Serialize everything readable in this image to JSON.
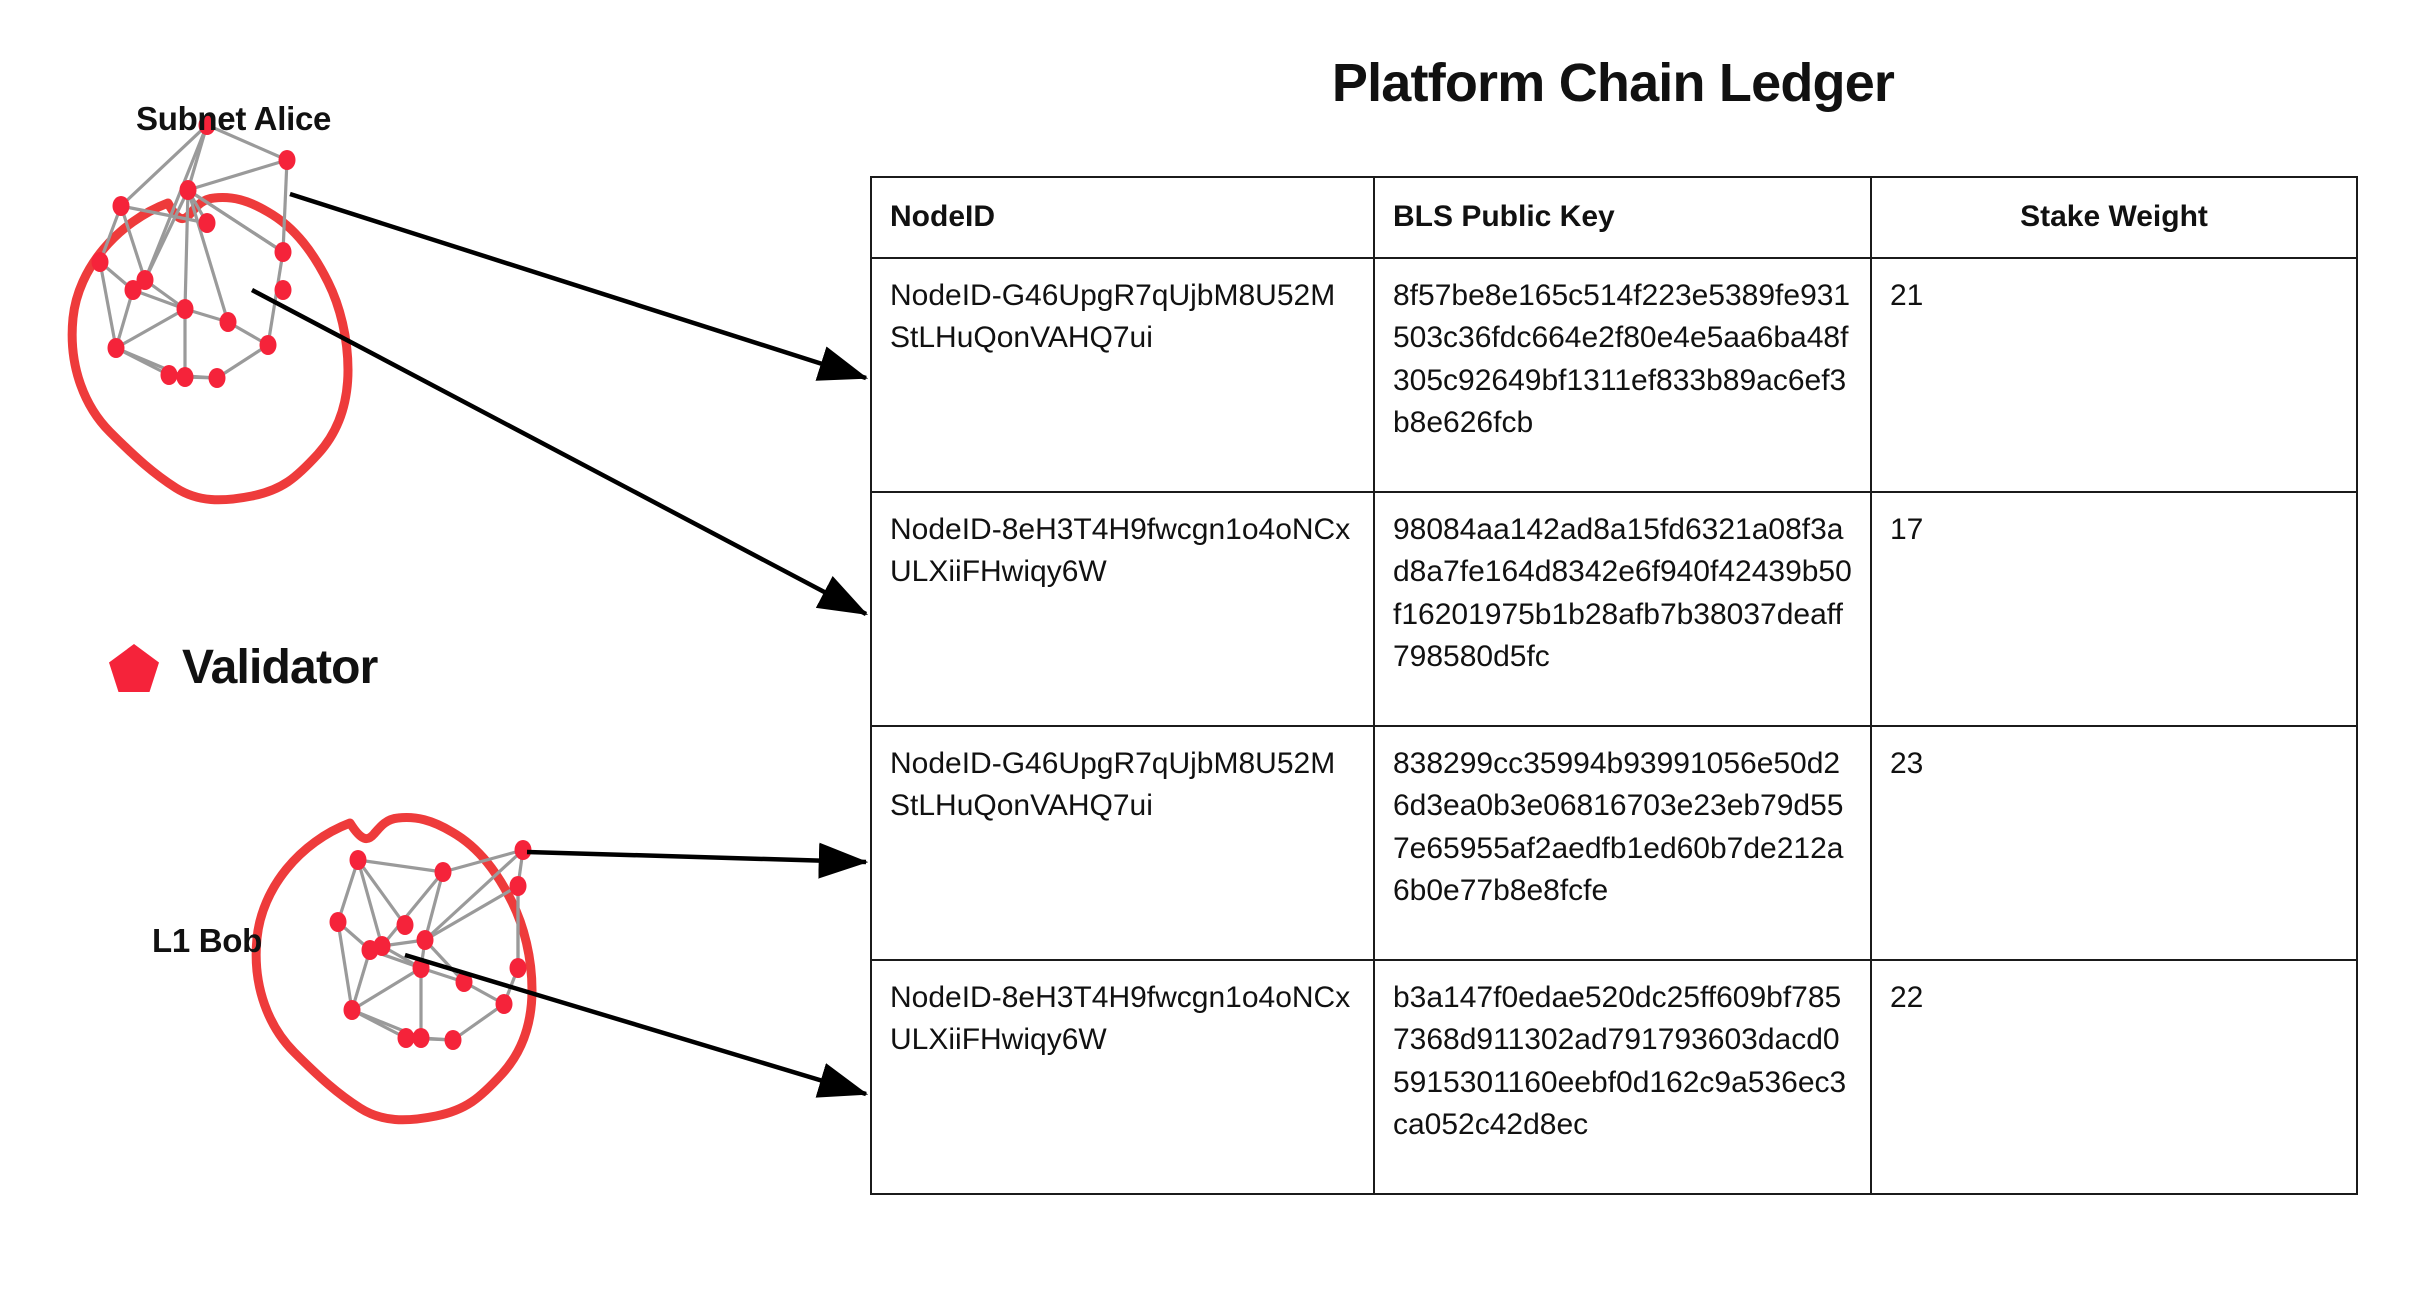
{
  "title": "Platform Chain Ledger",
  "legend": {
    "shape": "pentagon-icon",
    "label": "Validator",
    "color": "#F5233A"
  },
  "network_groups": [
    {
      "name": "subnet-alice",
      "label": "Subnet Alice",
      "outline_color": "#EE3B3B",
      "node_color": "#F5233A",
      "edge_color": "#9A9A9A",
      "node_count": 17
    },
    {
      "name": "l1-bob",
      "label": "L1 Bob",
      "outline_color": "#EE3B3B",
      "node_color": "#F5233A",
      "edge_color": "#9A9A9A",
      "node_count": 17
    }
  ],
  "table": {
    "columns": [
      {
        "key": "nodeid",
        "label": "NodeID",
        "align": "left"
      },
      {
        "key": "bls",
        "label": "BLS Public Key",
        "align": "left"
      },
      {
        "key": "stake",
        "label": "Stake Weight",
        "align": "center"
      }
    ],
    "rows": [
      {
        "nodeid": "NodeID-G46UpgR7qUjbM8U52MStLHuQonVAHQ7ui",
        "bls": "8f57be8e165c514f223e5389fe931503c36fdc664e2f80e4e5aa6ba48f305c92649bf1311ef833b89ac6ef3b8e626fcb",
        "stake": "21"
      },
      {
        "nodeid": "NodeID-8eH3T4H9fwcgn1o4oNCxULXiiFHwiqy6W",
        "bls": "98084aa142ad8a15fd6321a08f3ad8a7fe164d8342e6f940f42439b50f16201975b1b28afb7b38037deaff798580d5fc",
        "stake": "17"
      },
      {
        "nodeid": "NodeID-G46UpgR7qUjbM8U52MStLHuQonVAHQ7ui",
        "bls": "838299cc35994b93991056e50d26d3ea0b3e06816703e23eb79d557e65955af2aedfb1ed60b7de212a6b0e77b8e8fcfe",
        "stake": "23"
      },
      {
        "nodeid": "NodeID-8eH3T4H9fwcgn1o4oNCxULXiiFHwiqy6W",
        "bls": "b3a147f0edae520dc25ff609bf7857368d911302ad791793603dacd05915301160eebf0d162c9a536ec3ca052c42d8ec",
        "stake": "22"
      }
    ]
  },
  "connectors": [
    {
      "name": "arrow-alice-row1",
      "from": "subnet-alice",
      "to": "row-1"
    },
    {
      "name": "arrow-alice-row2",
      "from": "subnet-alice",
      "to": "row-2"
    },
    {
      "name": "arrow-bob-row3",
      "from": "l1-bob",
      "to": "row-3"
    },
    {
      "name": "arrow-bob-row4",
      "from": "l1-bob",
      "to": "row-4"
    }
  ]
}
